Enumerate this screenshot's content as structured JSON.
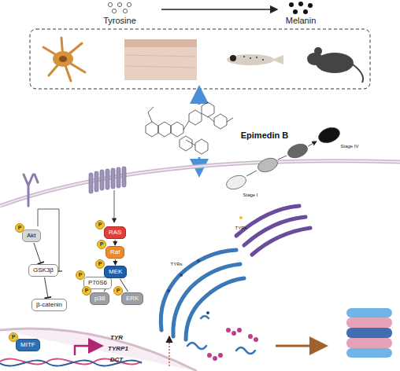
{
  "diagram": {
    "nodes": [
      {
        "text": [
          "Akt"
        ]
      },
      {
        "text": [
          "GSK3β"
        ]
      },
      {
        "text": [
          "P70S6"
        ]
      },
      {
        "text": [
          "β-catenin"
        ]
      },
      {
        "text": [
          "RAS"
        ]
      },
      {
        "text": [
          "Raf"
        ]
      },
      {
        "text": [
          "MEK"
        ]
      },
      {
        "text": [
          "p38"
        ]
      },
      {
        "text": [
          "ERK"
        ]
      },
      {
        "text": [
          "MITF"
        ]
      }
    ],
    "edges": [
      {
        "from": 0,
        "to": 1,
        "arrow": "to"
      },
      {
        "from": 1,
        "to": 3,
        "arrow": "to"
      },
      {
        "from": 4,
        "to": 5,
        "arrow": "to"
      },
      {
        "from": 5,
        "to": 6,
        "arrow": "to"
      },
      {
        "from": 6,
        "to": 7,
        "arrow": "none"
      },
      {
        "from": 6,
        "to": 8,
        "arrow": "none"
      }
    ],
    "labels": [
      "Tyrosine",
      "Melanin",
      "Epimedin B",
      "P",
      "P",
      "P",
      "P",
      "P",
      "P",
      "P",
      "P",
      "TYR",
      "TYRP1",
      "DCT",
      "TYRs",
      "TYRs",
      "Stage I",
      "Stage IV"
    ]
  }
}
